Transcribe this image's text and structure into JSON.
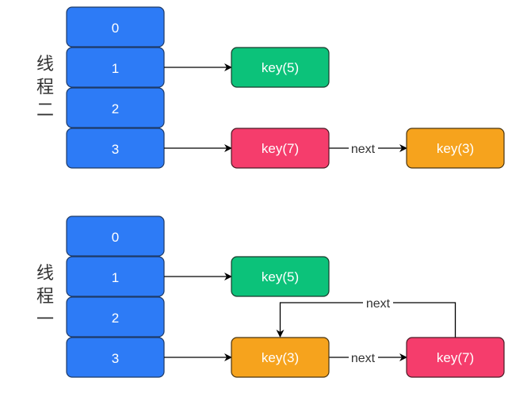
{
  "panels": [
    {
      "thread_label_chars": [
        "线",
        "程",
        "二"
      ],
      "slots": [
        "0",
        "1",
        "2",
        "3"
      ],
      "nodes": [
        {
          "id": "a",
          "label": "key(5)",
          "color": "#0cc27a"
        },
        {
          "id": "b",
          "label": "key(7)",
          "color": "#f53d6c"
        },
        {
          "id": "c",
          "label": "key(3)",
          "color": "#f6a31d"
        }
      ],
      "edges": [
        {
          "from": "slot-1",
          "to": "a",
          "label": ""
        },
        {
          "from": "slot-3",
          "to": "b",
          "label": ""
        },
        {
          "from": "b",
          "to": "c",
          "label": "next"
        }
      ]
    },
    {
      "thread_label_chars": [
        "线",
        "程",
        "一"
      ],
      "slots": [
        "0",
        "1",
        "2",
        "3"
      ],
      "nodes": [
        {
          "id": "a",
          "label": "key(5)",
          "color": "#0cc27a"
        },
        {
          "id": "b",
          "label": "key(3)",
          "color": "#f6a31d"
        },
        {
          "id": "c",
          "label": "key(7)",
          "color": "#f53d6c"
        }
      ],
      "edges": [
        {
          "from": "slot-1",
          "to": "a",
          "label": ""
        },
        {
          "from": "slot-3",
          "to": "b",
          "label": ""
        },
        {
          "from": "b",
          "to": "c",
          "label": "next"
        },
        {
          "from": "c",
          "to": "b",
          "label": "next"
        }
      ]
    }
  ]
}
